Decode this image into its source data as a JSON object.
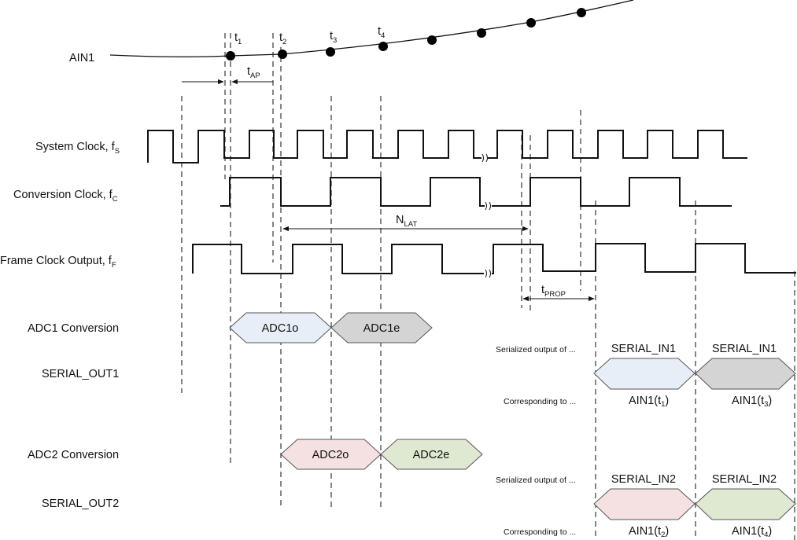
{
  "input_signal": {
    "label": "AIN1",
    "sample_points": [
      {
        "letter": "t",
        "index": "1"
      },
      {
        "letter": "t",
        "index": "2"
      },
      {
        "letter": "t",
        "index": "3"
      },
      {
        "letter": "t",
        "index": "4"
      }
    ]
  },
  "timing_marks": {
    "aperture": {
      "main": "t",
      "sub": "AP"
    },
    "latency": {
      "main": "N",
      "sub": "LAT"
    },
    "propagation": {
      "main": "t",
      "sub": "PROP"
    }
  },
  "signals": {
    "system_clock": {
      "main": "System Clock, f",
      "sub": "S"
    },
    "conversion_clock": {
      "main": "Conversion Clock, f",
      "sub": "C"
    },
    "frame_clock": {
      "main": "Frame Clock Output, f",
      "sub": "F"
    },
    "adc1_conversion": "ADC1 Conversion",
    "serial_out1": "SERIAL_OUT1",
    "adc2_conversion": "ADC2 Conversion",
    "serial_out2": "SERIAL_OUT2"
  },
  "conversions": {
    "adc1": [
      {
        "label": "ADC1o",
        "color": "#e8eef8"
      },
      {
        "label": "ADC1e",
        "color": "#d4d4d4"
      }
    ],
    "adc2": [
      {
        "label": "ADC2o",
        "color": "#f5e1e1"
      },
      {
        "label": "ADC2e",
        "color": "#dfe9d2"
      }
    ]
  },
  "serial_outputs": {
    "out1": {
      "serialized_caption": "Serialized output of ...",
      "corresponding_caption": "Corresponding to ...",
      "items": [
        {
          "label": "SERIAL_IN1",
          "ain_main": "AIN1(t",
          "ain_sub": "1",
          "ain_close": ")",
          "color": "#e8eef8"
        },
        {
          "label": "SERIAL_IN1",
          "ain_main": "AIN1(t",
          "ain_sub": "3",
          "ain_close": ")",
          "color": "#d4d4d4"
        }
      ]
    },
    "out2": {
      "serialized_caption": "Serialized output of ...",
      "corresponding_caption": "Corresponding to ...",
      "items": [
        {
          "label": "SERIAL_IN2",
          "ain_main": "AIN1(t",
          "ain_sub": "2",
          "ain_close": ")",
          "color": "#f5e1e1"
        },
        {
          "label": "SERIAL_IN2",
          "ain_main": "AIN1(t",
          "ain_sub": "4",
          "ain_close": ")",
          "color": "#dfe9d2"
        }
      ]
    }
  }
}
